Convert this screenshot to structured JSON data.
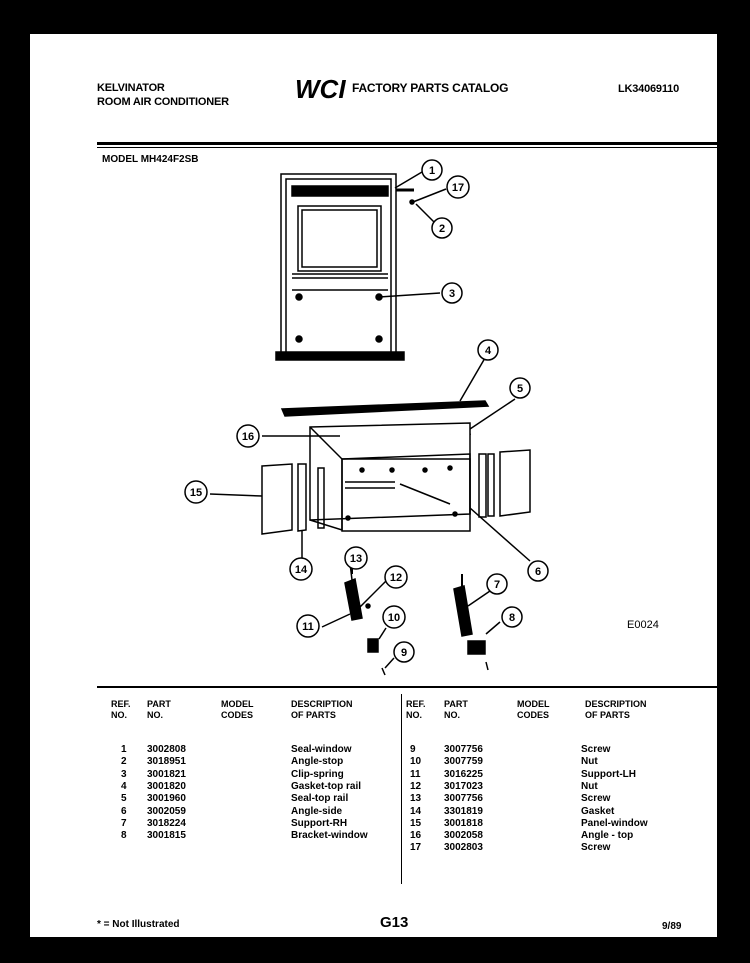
{
  "header": {
    "brand_line1": "KELVINATOR",
    "brand_line2": "ROOM AIR CONDITIONER",
    "logo_text": "WCI",
    "catalog_title": "FACTORY PARTS CATALOG",
    "catalog_number": "LK34069110"
  },
  "model_label": "MODEL MH424F2SB",
  "diagram": {
    "callouts": [
      "1",
      "2",
      "3",
      "4",
      "5",
      "6",
      "7",
      "8",
      "9",
      "10",
      "11",
      "12",
      "13",
      "14",
      "15",
      "16",
      "17"
    ],
    "drawing_code": "E0024"
  },
  "table": {
    "headers": {
      "ref": "REF.\nNO.",
      "part": "PART\nNO.",
      "model": "MODEL\nCODES",
      "desc": "DESCRIPTION\nOF PARTS"
    },
    "left_rows": [
      {
        "ref": "1",
        "part": "3002808",
        "model": "",
        "desc": "Seal-window"
      },
      {
        "ref": "2",
        "part": "3018951",
        "model": "",
        "desc": "Angle-stop"
      },
      {
        "ref": "3",
        "part": "3001821",
        "model": "",
        "desc": "Clip-spring"
      },
      {
        "ref": "4",
        "part": "3001820",
        "model": "",
        "desc": "Gasket-top rail"
      },
      {
        "ref": "5",
        "part": "3001960",
        "model": "",
        "desc": "Seal-top rail"
      },
      {
        "ref": "6",
        "part": "3002059",
        "model": "",
        "desc": "Angle-side"
      },
      {
        "ref": "7",
        "part": "3018224",
        "model": "",
        "desc": "Support-RH"
      },
      {
        "ref": "8",
        "part": "3001815",
        "model": "",
        "desc": "Bracket-window"
      }
    ],
    "right_rows": [
      {
        "ref": "9",
        "part": "3007756",
        "model": "",
        "desc": "Screw"
      },
      {
        "ref": "10",
        "part": "3007759",
        "model": "",
        "desc": "Nut"
      },
      {
        "ref": "11",
        "part": "3016225",
        "model": "",
        "desc": "Support-LH"
      },
      {
        "ref": "12",
        "part": "3017023",
        "model": "",
        "desc": "Nut"
      },
      {
        "ref": "13",
        "part": "3007756",
        "model": "",
        "desc": "Screw"
      },
      {
        "ref": "14",
        "part": "3301819",
        "model": "",
        "desc": "Gasket"
      },
      {
        "ref": "15",
        "part": "3001818",
        "model": "",
        "desc": "Panel-window"
      },
      {
        "ref": "16",
        "part": "3002058",
        "model": "",
        "desc": "Angle - top"
      },
      {
        "ref": "17",
        "part": "3002803",
        "model": "",
        "desc": "Screw"
      }
    ]
  },
  "footer": {
    "note": "* = Not Illustrated",
    "page_code": "G13",
    "date": "9/89"
  }
}
